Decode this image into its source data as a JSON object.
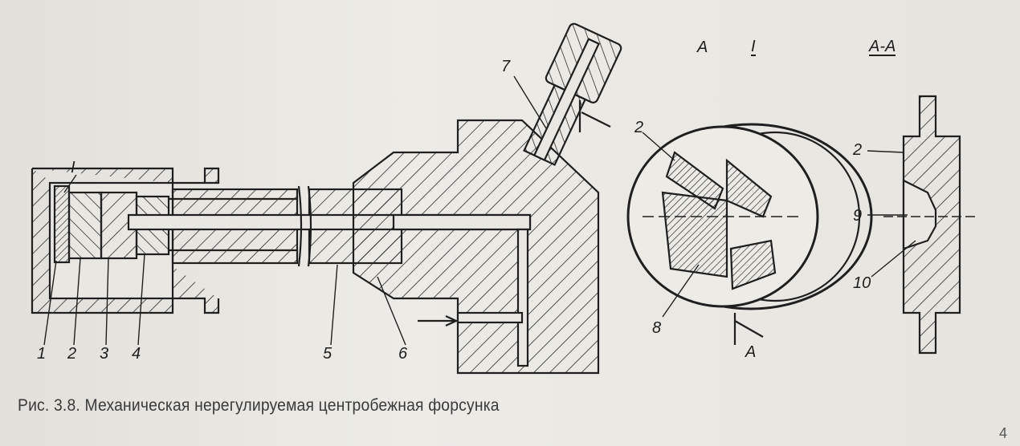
{
  "figure": {
    "caption": "Рис. 3.8. Механическая нерегулируемая центробежная форсунка",
    "page_number": "4",
    "labels": {
      "detail_I": "I",
      "p1": "1",
      "p2": "2",
      "p3": "3",
      "p4": "4",
      "p5": "5",
      "p6": "6",
      "p7": "7",
      "p8": "8",
      "p2b": "2",
      "p9": "9",
      "p10": "10",
      "p2c": "2",
      "section_A_top": "A",
      "section_A_bottom": "A",
      "detail_I_title": "I",
      "section_AA_title": "A-A"
    }
  }
}
